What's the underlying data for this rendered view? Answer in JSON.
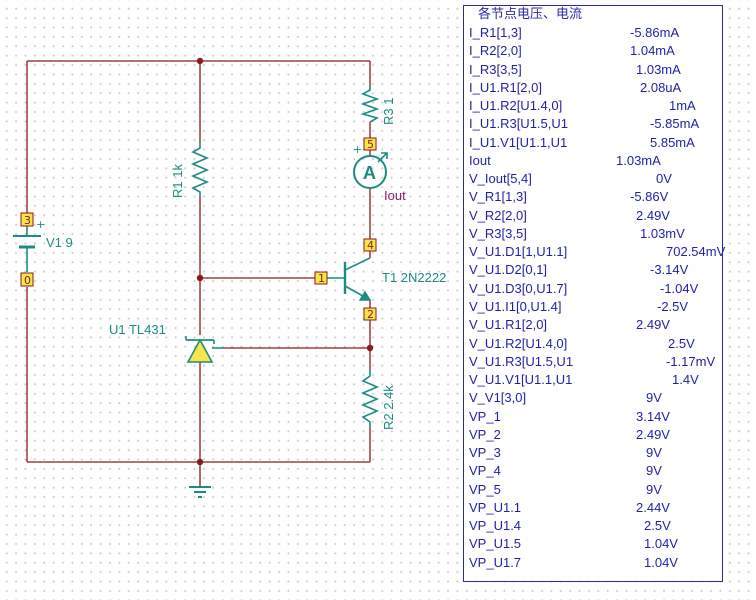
{
  "schematic": {
    "nodes": [
      "3",
      "0",
      "5",
      "4",
      "1",
      "2"
    ],
    "components": {
      "v1": "V1 9",
      "r1": "R1 1k",
      "r3": "R3 1",
      "r2": "R2 2.4k",
      "u1": "U1 TL431",
      "t1": "T1 2N2222",
      "ammeter_symbol": "A",
      "ammeter_name": "Iout",
      "plus": "+"
    },
    "colors": {
      "wire": "#8b1a1a",
      "component": "#1c8c83",
      "node_box": "#f6e64a",
      "table_text": "#1f1fa8"
    }
  },
  "results": {
    "title": "各节点电压、电流",
    "rows": [
      {
        "name": "I_R1[1,3]",
        "value": "-5.86mA"
      },
      {
        "name": "I_R2[2,0]",
        "value": "1.04mA"
      },
      {
        "name": "I_R3[3,5]",
        "value": "1.03mA"
      },
      {
        "name": "I_U1.R1[2,0]",
        "value": "2.08uA"
      },
      {
        "name": "I_U1.R2[U1.4,0]",
        "value": "1mA"
      },
      {
        "name": "I_U1.R3[U1.5,U1",
        "value": "-5.85mA"
      },
      {
        "name": "I_U1.V1[U1.1,U1",
        "value": "5.85mA"
      },
      {
        "name": "Iout",
        "value": "1.03mA"
      },
      {
        "name": "V_Iout[5,4]",
        "value": "0V"
      },
      {
        "name": "V_R1[1,3]",
        "value": "-5.86V"
      },
      {
        "name": "V_R2[2,0]",
        "value": "2.49V"
      },
      {
        "name": "V_R3[3,5]",
        "value": "1.03mV"
      },
      {
        "name": "V_U1.D1[1,U1.1]",
        "value": "702.54mV"
      },
      {
        "name": "V_U1.D2[0,1]",
        "value": "-3.14V"
      },
      {
        "name": "V_U1.D3[0,U1.7]",
        "value": "-1.04V"
      },
      {
        "name": "V_U1.I1[0,U1.4]",
        "value": "-2.5V"
      },
      {
        "name": "V_U1.R1[2,0]",
        "value": "2.49V"
      },
      {
        "name": "V_U1.R2[U1.4,0]",
        "value": "2.5V"
      },
      {
        "name": "V_U1.R3[U1.5,U1",
        "value": "-1.17mV"
      },
      {
        "name": "V_U1.V1[U1.1,U1",
        "value": "1.4V"
      },
      {
        "name": "V_V1[3,0]",
        "value": "9V"
      },
      {
        "name": "VP_1",
        "value": "3.14V"
      },
      {
        "name": "VP_2",
        "value": "2.49V"
      },
      {
        "name": "VP_3",
        "value": "9V"
      },
      {
        "name": "VP_4",
        "value": "9V"
      },
      {
        "name": "VP_5",
        "value": "9V"
      },
      {
        "name": "VP_U1.1",
        "value": "2.44V"
      },
      {
        "name": "VP_U1.4",
        "value": "2.5V"
      },
      {
        "name": "VP_U1.5",
        "value": "1.04V"
      },
      {
        "name": "VP_U1.7",
        "value": "1.04V"
      }
    ]
  }
}
